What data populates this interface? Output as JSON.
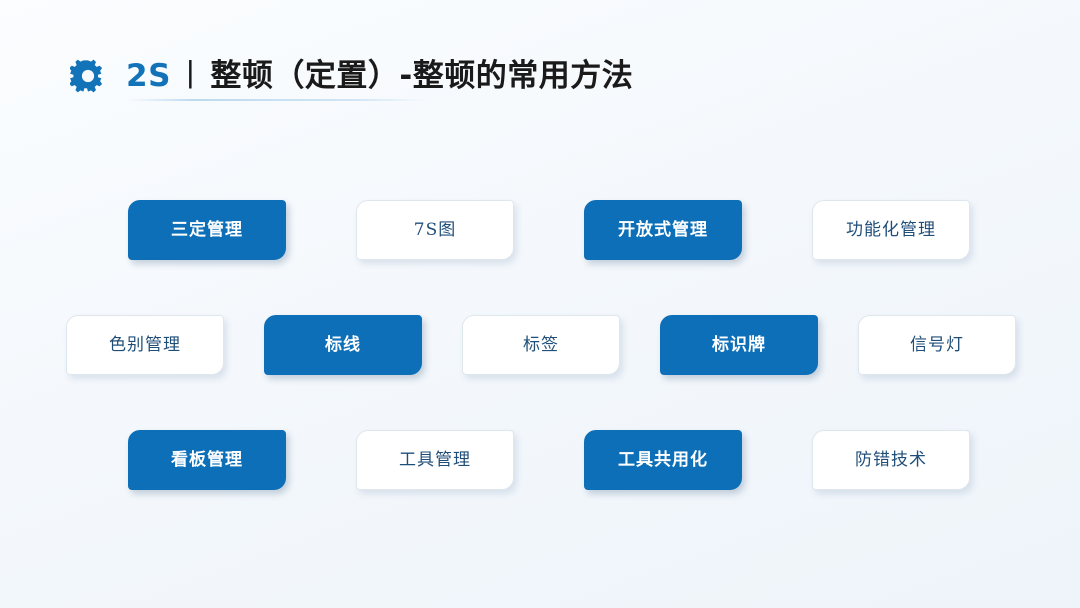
{
  "slide": {
    "background_color": "#f4f8fc",
    "accent_color": "#0d6fb8",
    "header": {
      "gear_icon": "gear-icon",
      "code": "2S",
      "separator": "丨",
      "title": "整顿（定置）-整顿的常用方法",
      "full_title": "2S丨整顿（定置）-整顿的常用方法"
    },
    "rows": [
      {
        "index": 1,
        "items": [
          {
            "label": "三定管理",
            "style": "blue"
          },
          {
            "label": "7S图",
            "style": "white"
          },
          {
            "label": "开放式管理",
            "style": "blue"
          },
          {
            "label": "功能化管理",
            "style": "white"
          }
        ]
      },
      {
        "index": 2,
        "items": [
          {
            "label": "色别管理",
            "style": "white"
          },
          {
            "label": "标线",
            "style": "blue"
          },
          {
            "label": "标签",
            "style": "white"
          },
          {
            "label": "标识牌",
            "style": "blue"
          },
          {
            "label": "信号灯",
            "style": "white"
          }
        ]
      },
      {
        "index": 3,
        "items": [
          {
            "label": "看板管理",
            "style": "blue"
          },
          {
            "label": "工具管理",
            "style": "white"
          },
          {
            "label": "工具共用化",
            "style": "blue"
          },
          {
            "label": "防错技术",
            "style": "white"
          }
        ]
      }
    ]
  }
}
